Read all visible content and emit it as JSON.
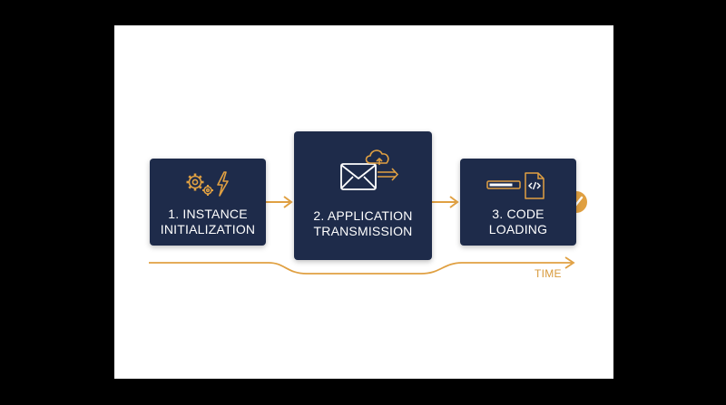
{
  "steps": [
    {
      "label_line1": "1. INSTANCE",
      "label_line2": "INITIALIZATION",
      "icons": [
        "gears-icon",
        "lightning-bolt-icon"
      ]
    },
    {
      "label_line1": "2. APPLICATION",
      "label_line2": "TRANSMISSION",
      "icons": [
        "envelope-icon",
        "cloud-upload-icon",
        "send-arrow-icon"
      ]
    },
    {
      "label_line1": "3. CODE",
      "label_line2": "LOADING",
      "icons": [
        "progress-bar-icon",
        "code-file-icon"
      ]
    }
  ],
  "timeline": {
    "label": "TIME"
  },
  "status": {
    "icon": "checkmark-icon"
  },
  "colors": {
    "box": "#1e2b4a",
    "accent": "#e0a042",
    "text": "#ffffff",
    "canvas": "#ffffff"
  }
}
